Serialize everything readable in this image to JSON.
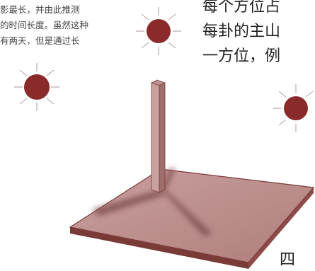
{
  "left_text": [
    "影最长，并由此推测",
    "的时间长度。虽然这种",
    "有两天，但是通过长"
  ],
  "right_text": [
    "每个方位占",
    "每卦的主山",
    "一方位，例"
  ],
  "corner_char": "四",
  "colors": {
    "sun": "#8b2a2a",
    "board_top": "#b98a88",
    "board_edge": "#7a3a38",
    "pole": "#c49a98",
    "shadow": "#7a4a4a"
  }
}
